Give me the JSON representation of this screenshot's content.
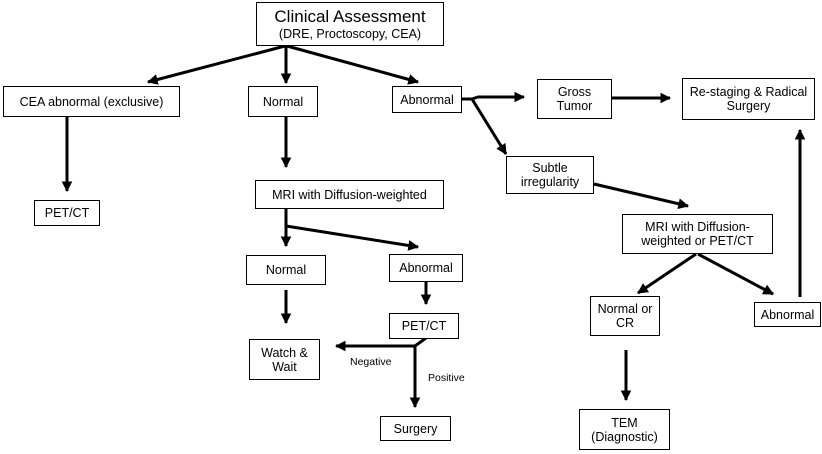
{
  "nodes": {
    "clinical": {
      "title": "Clinical Assessment",
      "subtitle": "(DRE, Proctoscopy, CEA)"
    },
    "cea_abnormal": {
      "line1": "CEA abnormal (exclusive)"
    },
    "normal_top": {
      "line1": "Normal"
    },
    "abnormal_top": {
      "line1": "Abnormal"
    },
    "gross_tumor": {
      "line1": "Gross",
      "line2": "Tumor"
    },
    "restaging": {
      "line1": "Re-staging & Radical",
      "line2": "Surgery"
    },
    "pet_ct_left": {
      "line1": "PET/CT"
    },
    "mri_dw": {
      "line1": "MRI with Diffusion-weighted"
    },
    "subtle": {
      "line1": "Subtle",
      "line2": "irregularity"
    },
    "mri_dw_pet": {
      "line1": "MRI with Diffusion-",
      "line2": "weighted or PET/CT"
    },
    "normal_mid": {
      "line1": "Normal"
    },
    "abnormal_mid": {
      "line1": "Abnormal"
    },
    "pet_ct_mid": {
      "line1": "PET/CT"
    },
    "watch_wait": {
      "line1": "Watch &",
      "line2": "Wait"
    },
    "surgery": {
      "line1": "Surgery"
    },
    "normal_cr": {
      "line1": "Normal or",
      "line2": "CR"
    },
    "abnormal_right": {
      "line1": "Abnormal"
    },
    "tem": {
      "line1": "TEM",
      "line2": "(Diagnostic)"
    }
  },
  "edge_labels": {
    "negative": "Negative",
    "positive": "Positive"
  },
  "colors": {
    "stroke": "#000000",
    "background": "#ffffff"
  }
}
